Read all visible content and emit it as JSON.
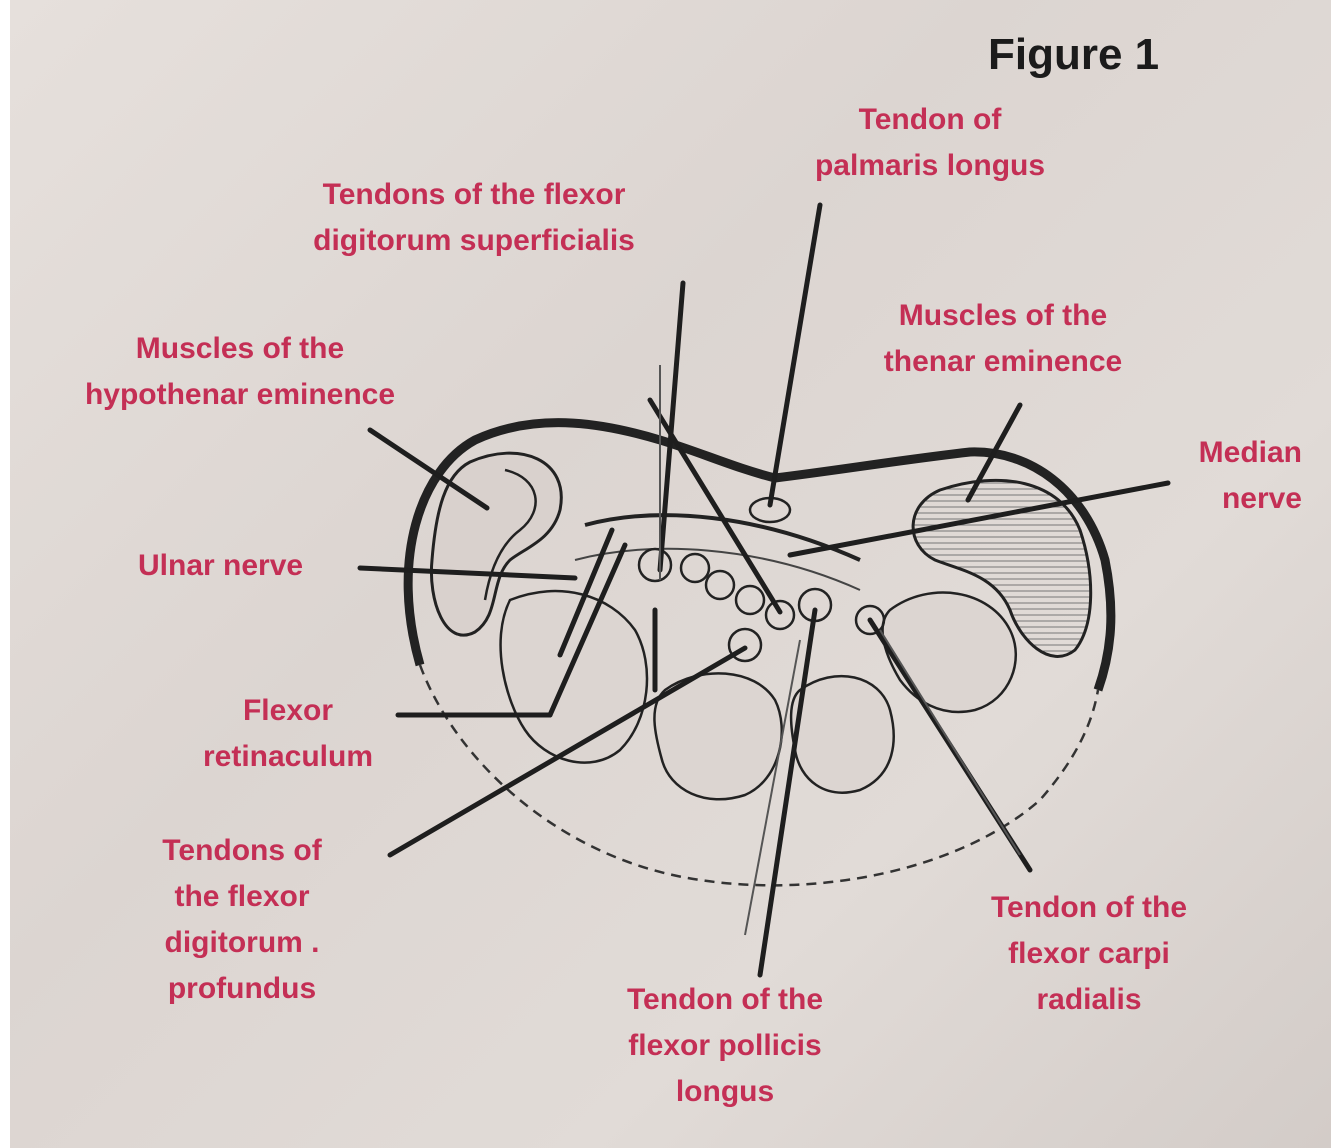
{
  "figure": {
    "title": "Figure 1",
    "label_color": "#c42f55",
    "line_color": "#1e1e1e"
  },
  "labels": {
    "palmaris": [
      "Tendon of",
      "palmaris longus"
    ],
    "fds": [
      "Tendons of the flexor",
      "digitorum superficialis"
    ],
    "hypothenar": [
      "Muscles of the",
      "hypothenar eminence"
    ],
    "thenar": [
      "Muscles of the",
      "thenar eminence"
    ],
    "median": [
      "Median",
      "nerve"
    ],
    "ulnar": [
      "Ulnar nerve"
    ],
    "retinaculum": [
      "Flexor",
      "retinaculum"
    ],
    "fdp": [
      "Tendons of",
      "the flexor",
      "digitorum .",
      "profundus"
    ],
    "fpl": [
      "Tendon of the",
      "flexor pollicis",
      "longus"
    ],
    "fcr": [
      "Tendon of the",
      "flexor carpi",
      "radialis"
    ]
  }
}
